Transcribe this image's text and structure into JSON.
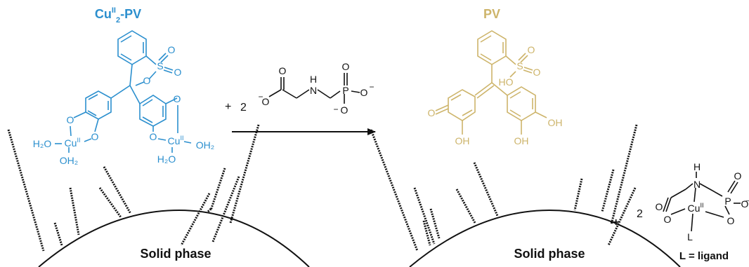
{
  "colors": {
    "cu_complex": "#2b8fce",
    "free_dye": "#cdb46a",
    "ink": "#111111"
  },
  "left": {
    "title_main": "Cu",
    "title_sup": "II",
    "title_sub": "2",
    "title_rest": "-PV",
    "atoms": {
      "s": "S",
      "o_sulfonate_1": "O",
      "o_sulfonate_2": "O",
      "o_sultone": "O",
      "o_cat_l1": "O",
      "o_cat_l2": "O",
      "o_cat_r1": "O",
      "o_cat_r2": "O",
      "cu_left": "Cu",
      "cu_left_ox": "II",
      "cu_right": "Cu",
      "cu_right_ox": "II",
      "h2o_l1": "H₂O",
      "h2o_l2": "OH₂",
      "h2o_r1": "OH₂",
      "h2o_r2": "H₂O"
    },
    "solid_label": "Solid phase"
  },
  "reagent": {
    "plus": "+",
    "coefficient": "2",
    "n": "N",
    "h": "H",
    "p": "P",
    "o_carboxyl_d": "O",
    "o_carboxyl_m": "O",
    "o_phos_1": "O",
    "o_phos_2": "O",
    "o_phos_3": "O",
    "minus_1": "−",
    "minus_2": "−",
    "minus_3": "−"
  },
  "right": {
    "title": "PV",
    "atoms": {
      "s": "S",
      "o_sulfonate_1": "O",
      "o_sulfonate_2": "O",
      "ho_sulfonate": "HO",
      "o_quinone": "O",
      "oh_1": "OH",
      "oh_2": "OH",
      "oh_3": "OH"
    },
    "solid_label": "Solid phase"
  },
  "product": {
    "plus": "+",
    "coefficient": "2",
    "h": "H",
    "n": "N",
    "p": "P",
    "cu": "Cu",
    "cu_ox": "II",
    "o_1": "O",
    "o_2": "O",
    "o_3": "O",
    "o_4": "O",
    "o_5": "O",
    "minus": "−",
    "ligand_symbol": "L",
    "legend": "L = ligand"
  }
}
